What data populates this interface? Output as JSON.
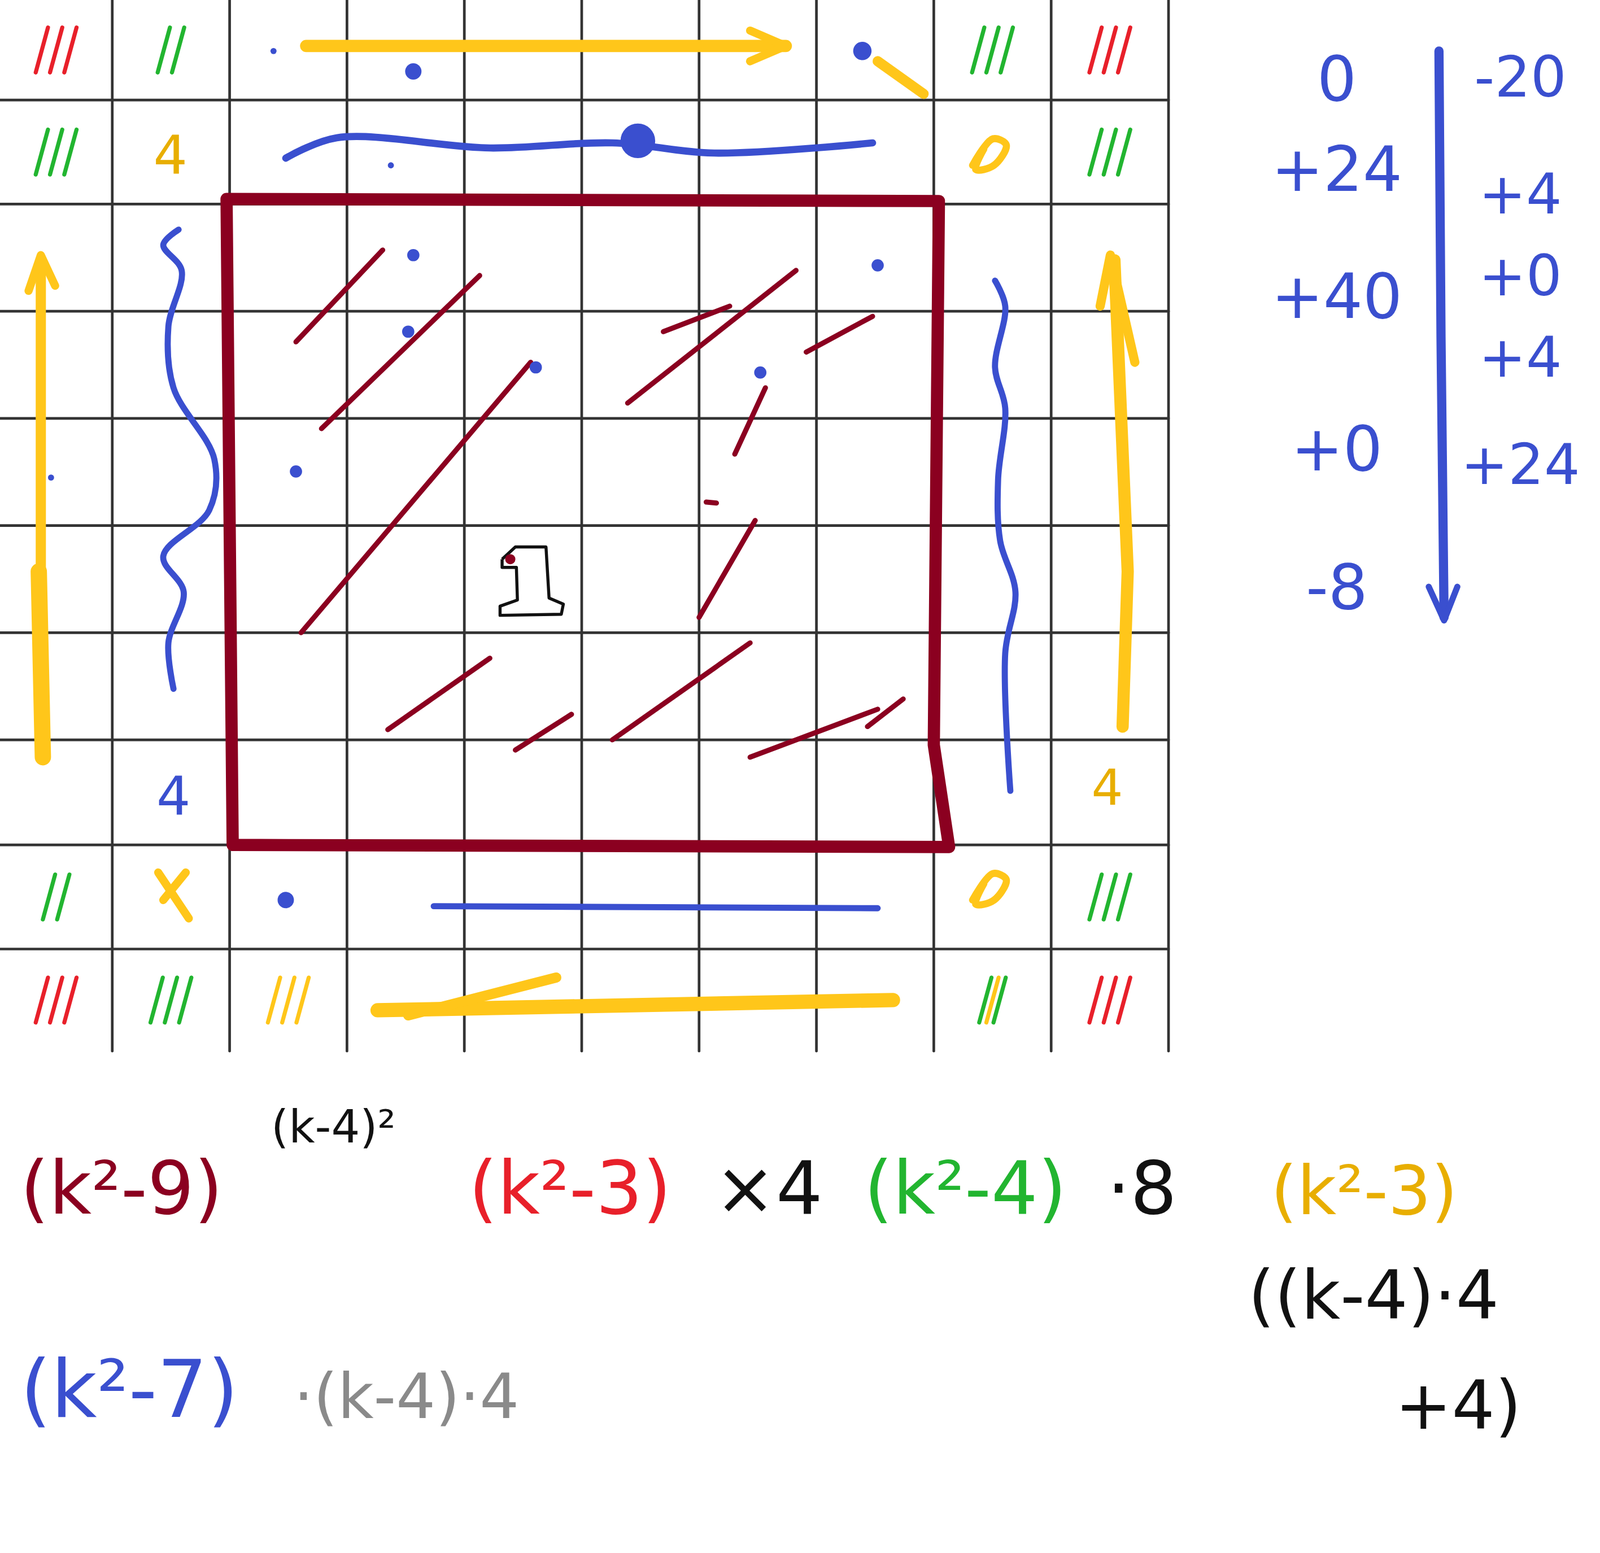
{
  "diagram": {
    "labels": [
      "4",
      "4",
      "4",
      "0",
      "+24",
      "+40",
      "+0",
      "-8",
      "-20",
      "+4",
      "+0",
      "+4",
      "+24",
      "(k²-9)",
      "(k-4)²",
      "(k²-3)",
      "×4",
      "(k²-4)",
      "·8",
      "(k²-3)",
      "((k-4)·4",
      "+4)",
      "(k²-7)",
      "·(k-4)·4"
    ]
  }
}
